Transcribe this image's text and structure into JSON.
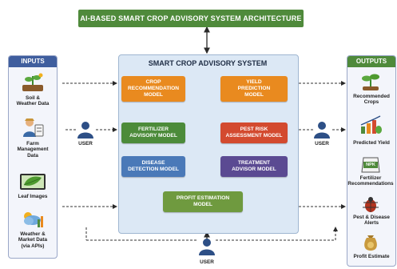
{
  "title": "AI-BASED SMART CROP ADVISORY SYSTEM ARCHITECTURE",
  "inputs": {
    "header": "INPUTS",
    "items": [
      {
        "label": "Soil &\nWeather Data",
        "icon": "soil-plant-icon"
      },
      {
        "label": "Farm\nManagement\nData",
        "icon": "farmer-clipboard-icon"
      },
      {
        "label": "Leaf Images",
        "icon": "leaf-image-icon"
      },
      {
        "label": "Weather &\nMarket Data\n(via APIs)",
        "icon": "weather-market-icon"
      }
    ]
  },
  "system": {
    "title": "SMART CROP ADVISORY SYSTEM",
    "modules": {
      "crop_rec": "CROP\nRECOMMENDATION\nMODEL",
      "yield": "YIELD\nPREDICTION\nMODEL",
      "fertilizer": "FERTILIZER\nADVISORY MODEL",
      "pest": "PEST RISK\nASSESSMENT MODEL",
      "disease": "DISEASE\nDETECTION MODEL",
      "treatment": "TREATMENT\nADVISOR MODEL",
      "profit": "PROFIT ESTIMATION\nMODEL"
    }
  },
  "users": {
    "left": "USER",
    "right": "USER",
    "bottom": "USER"
  },
  "outputs": {
    "header": "OUTPUTS",
    "items": [
      {
        "label": "Recommended\nCrops",
        "icon": "sprout-icon"
      },
      {
        "label": "Predicted Yield",
        "icon": "bar-chart-icon"
      },
      {
        "label": "Fertilizer\nRecommendations",
        "icon": "npk-bag-icon",
        "badge": "NPK"
      },
      {
        "label": "Pest & Disease\nAlerts",
        "icon": "bug-icon"
      },
      {
        "label": "Profit Estimate",
        "icon": "money-bag-icon"
      }
    ]
  },
  "colors": {
    "banner": "#4f8a3b",
    "inputs_head": "#3f5e9e",
    "outputs_head": "#4f8a3b",
    "orange": "#e98a1f",
    "green": "#4c8b3a",
    "red": "#d34a2f",
    "blue": "#4a79b8",
    "purple": "#5b4a92",
    "profit": "#6f9a3f",
    "user": "#2d4f86"
  }
}
